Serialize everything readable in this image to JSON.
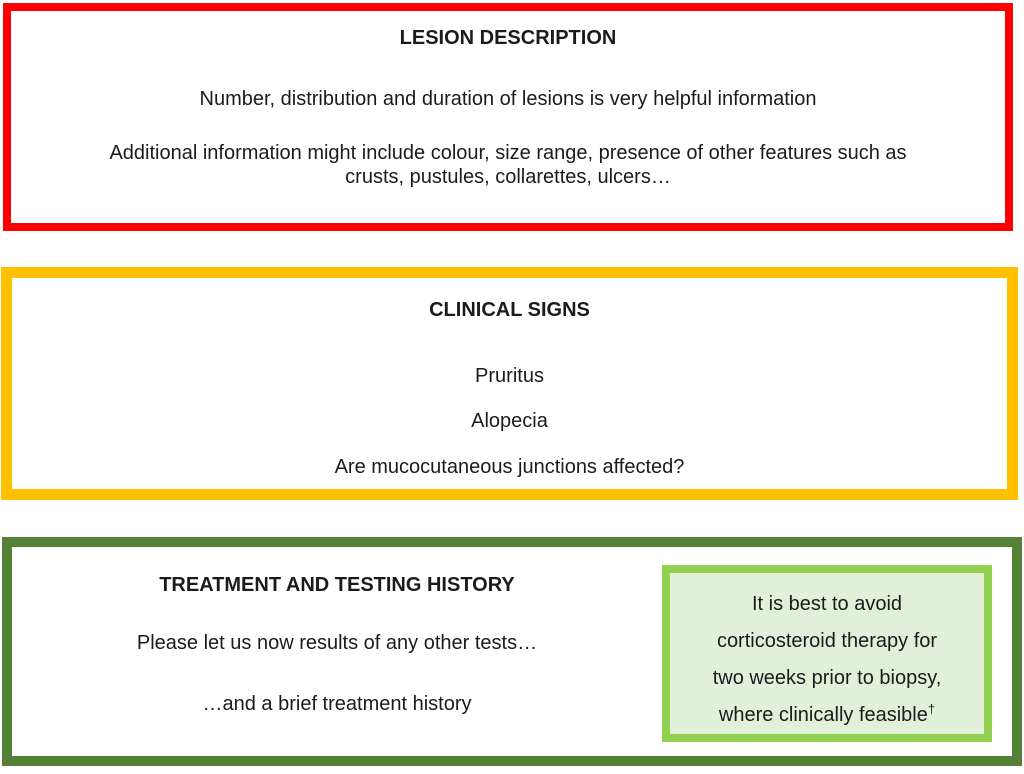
{
  "colors": {
    "red_border": "#FE0000",
    "yellow_border": "#FFC000",
    "green_border": "#538135",
    "callout_border": "#92D050",
    "callout_fill": "#E2EFD9",
    "text": "#1B1B1B",
    "background": "#FFFFFF"
  },
  "panels": {
    "lesion_description": {
      "title": "LESION DESCRIPTION",
      "lines": [
        "Number, distribution and duration of lesions is very helpful information",
        "Additional information might include colour, size range, presence of other features such as",
        "crusts, pustules, collarettes, ulcers…"
      ]
    },
    "clinical_signs": {
      "title": "CLINICAL SIGNS",
      "items": [
        "Pruritus",
        "Alopecia",
        "Are mucocutaneous junctions affected?"
      ]
    },
    "treatment_testing_history": {
      "title": "TREATMENT AND TESTING HISTORY",
      "lines": [
        "Please let us now results of any other tests…",
        "…and a brief treatment history"
      ],
      "callout": {
        "lines": [
          "It is best to avoid",
          "corticosteroid therapy for",
          "two weeks prior to biopsy,",
          "where clinically feasible"
        ],
        "superscript": "†"
      }
    }
  }
}
